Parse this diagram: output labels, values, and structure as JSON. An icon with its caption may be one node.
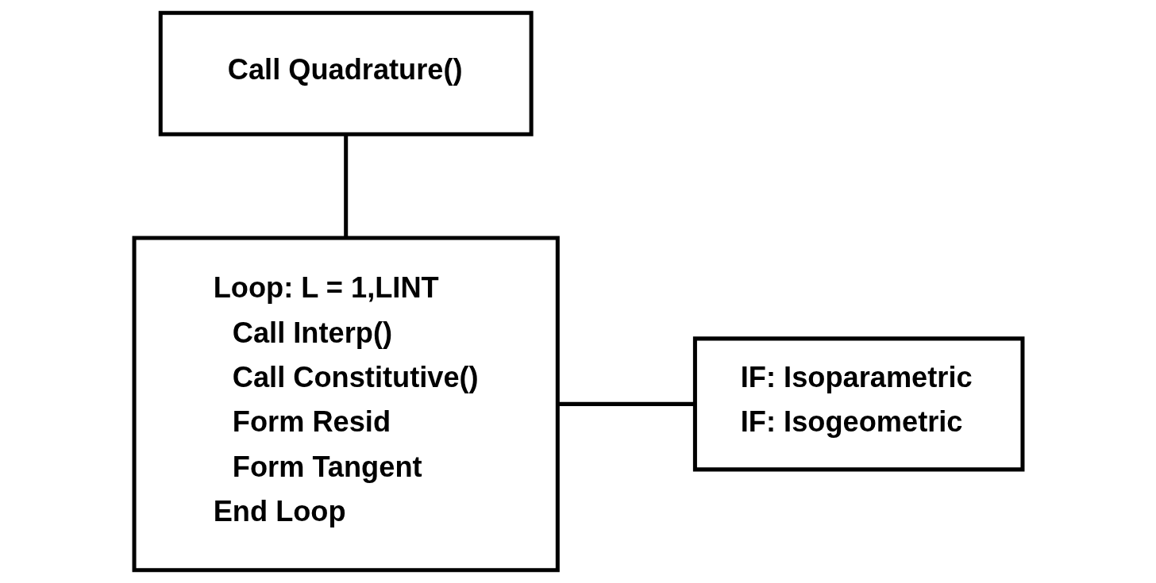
{
  "diagram": {
    "nodes": [
      {
        "text": [
          "Call Quadrature()"
        ]
      },
      {
        "text": [
          "Loop: L = 1,LINT",
          "Call Interp()",
          "Call Constitutive()",
          "Form Resid",
          "Form Tangent",
          "End Loop"
        ]
      },
      {
        "text": [
          "IF: Isoparametric",
          "IF: Isogeometric"
        ]
      }
    ],
    "edges": [
      {
        "from": 0,
        "to": 1,
        "arrow": "none"
      },
      {
        "from": 1,
        "to": 2,
        "arrow": "none"
      }
    ]
  }
}
